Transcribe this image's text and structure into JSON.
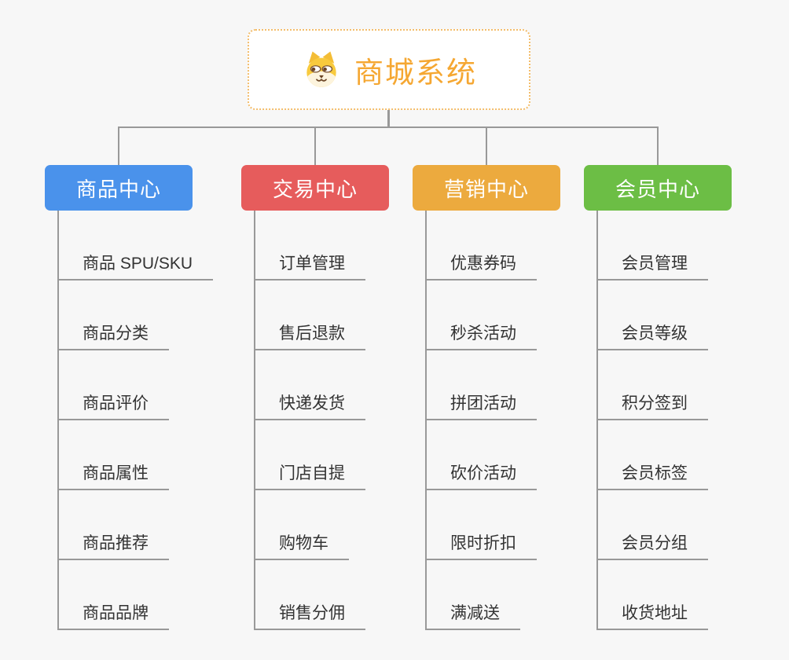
{
  "root": {
    "title": "商城系统",
    "icon": "dog-face-icon"
  },
  "branches": [
    {
      "label": "商品中心",
      "color": "#4A92EB",
      "items": [
        "商品 SPU/SKU",
        "商品分类",
        "商品评价",
        "商品属性",
        "商品推荐",
        "商品品牌"
      ]
    },
    {
      "label": "交易中心",
      "color": "#E65C5C",
      "items": [
        "订单管理",
        "售后退款",
        "快递发货",
        "门店自提",
        "购物车",
        "销售分佣"
      ]
    },
    {
      "label": "营销中心",
      "color": "#ECAA3E",
      "items": [
        "优惠券码",
        "秒杀活动",
        "拼团活动",
        "砍价活动",
        "限时折扣",
        "满减送"
      ]
    },
    {
      "label": "会员中心",
      "color": "#6CBE45",
      "items": [
        "会员管理",
        "会员等级",
        "积分签到",
        "会员标签",
        "会员分组",
        "收货地址"
      ]
    }
  ],
  "colors": {
    "background": "#F7F7F7",
    "connector": "#999999",
    "item_text": "#333333",
    "root_text": "#F5A732",
    "root_border": "#F3BD6B",
    "root_background": "#FFFFFF",
    "dog_yellow": "#F8CA3D",
    "dog_cream": "#FDF4DD",
    "dog_brown": "#6B4423"
  }
}
